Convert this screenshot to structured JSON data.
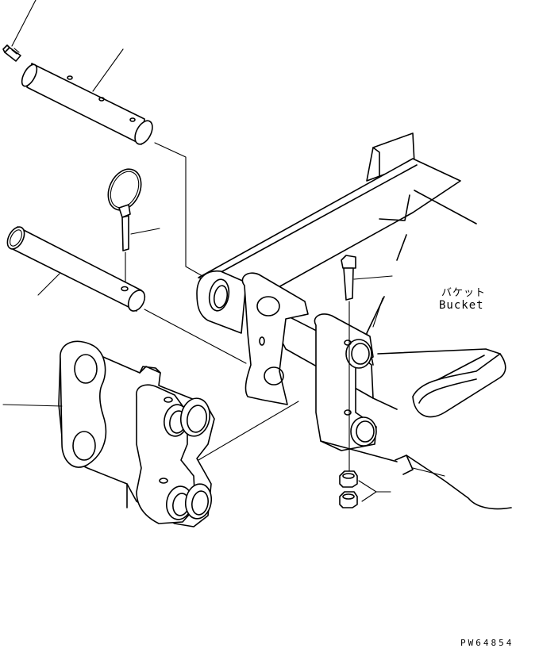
{
  "diagram": {
    "bucket_label_jp": "バケット",
    "bucket_label_en": "Bucket",
    "drawing_code": "PW64854"
  }
}
